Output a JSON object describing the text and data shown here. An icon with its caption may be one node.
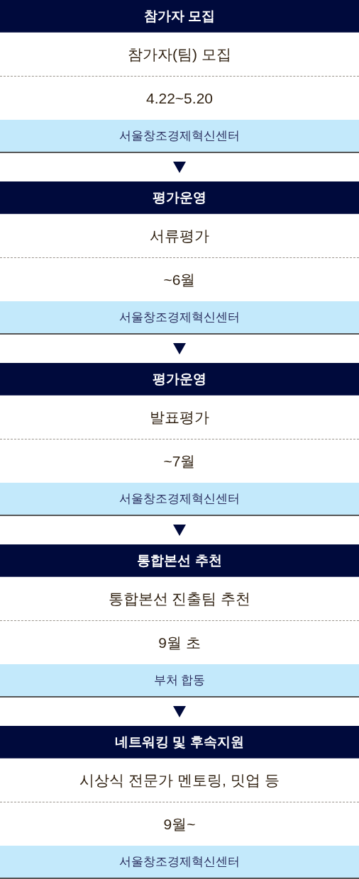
{
  "diagram": {
    "nodes": [
      {
        "text": [
          "참가자 모집",
          "참가자(팀) 모집",
          "4.22~5.20",
          "서울창조경제혁신센터"
        ]
      },
      {
        "text": [
          "평가운영",
          "서류평가",
          "~6월",
          "서울창조경제혁신센터"
        ]
      },
      {
        "text": [
          "평가운영",
          "발표평가",
          "~7월",
          "서울창조경제혁신센터"
        ]
      },
      {
        "text": [
          "통합본선 추천",
          "통합본선 진출팀 추천",
          "9월 초",
          "부처 합동"
        ]
      },
      {
        "text": [
          "네트워킹 및 후속지원",
          "시상식 전문가 멘토링, 밋업 등",
          "9월~",
          "서울창조경제혁신센터"
        ]
      }
    ],
    "edges": [
      {
        "from": 0,
        "to": 1,
        "arrow": "to"
      },
      {
        "from": 1,
        "to": 2,
        "arrow": "to"
      },
      {
        "from": 2,
        "to": 3,
        "arrow": "to"
      },
      {
        "from": 3,
        "to": 4,
        "arrow": "to"
      }
    ]
  }
}
